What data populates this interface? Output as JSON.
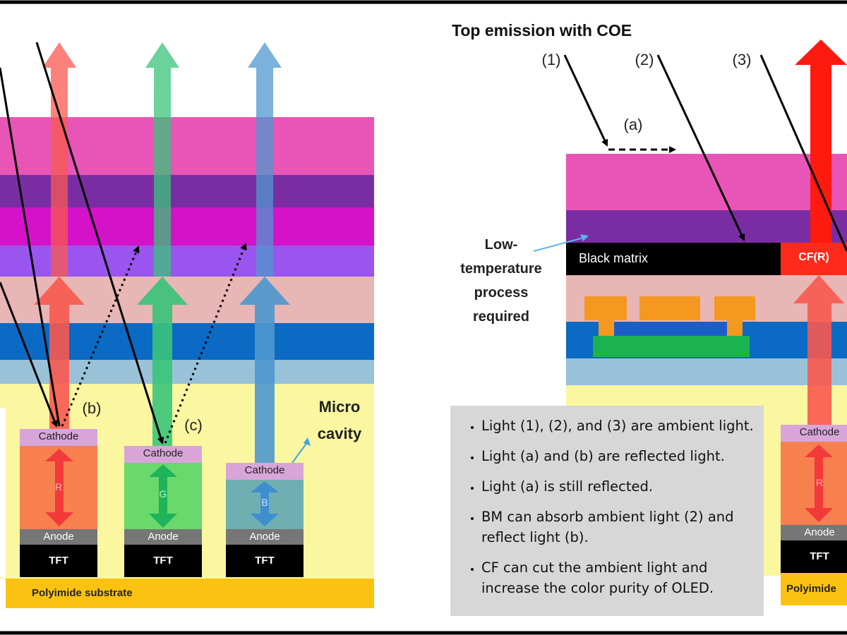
{
  "left_panel": {
    "pixels": [
      {
        "cathode": "Cathode",
        "emitter": "R",
        "anode": "Anode",
        "tft": "TFT"
      },
      {
        "cathode": "Cathode",
        "emitter": "G",
        "anode": "Anode",
        "tft": "TFT"
      },
      {
        "cathode": "Cathode",
        "emitter": "B",
        "anode": "Anode",
        "tft": "TFT"
      }
    ],
    "labels": {
      "b": "(b)",
      "c": "(c)",
      "micro_cavity_1": "Micro",
      "micro_cavity_2": "cavity"
    },
    "substrate": "Polyimide substrate"
  },
  "right_panel": {
    "title": "Top emission with COE",
    "numbers": [
      "(1)",
      "(2)",
      "(3)"
    ],
    "a_label": "(a)",
    "black_matrix": "Black matrix",
    "color_filter": "CF(R)",
    "note_lines": [
      "Low-",
      "temperature",
      "process",
      "required"
    ],
    "pixel": {
      "cathode": "Cathode",
      "emitter": "R",
      "anode": "Anode",
      "tft": "TFT"
    },
    "substrate": "Polyimide"
  },
  "notes": [
    "Light (1), (2), and (3) are ambient light.",
    "Light (a) and (b) are reflected light.",
    "Light (a) is still reflected.",
    "BM can absorb ambient light (2) and reflect light (b).",
    "CF can cut the ambient light and increase the color purity of OLED."
  ],
  "colors": {
    "pink": "#e855b6",
    "purple": "#7a2da3",
    "magenta": "#d412c8",
    "violet": "#9a55ee",
    "salmon": "#e8b6b4",
    "blue": "#0a6ac4",
    "light_blue": "#99c2d8",
    "yellow": "#fbf7a0",
    "orange_substrate": "#fbc212",
    "cathode": "#d9a5d9",
    "red_emitter": "#f6814f",
    "green_emitter": "#69d96c",
    "blue_emitter": "#6fafb1",
    "anode": "#767676",
    "tft": "#000000",
    "red_arrow": "#f9594f",
    "green_arrow": "#3ac47a",
    "blue_arrow": "#4f97cf"
  }
}
